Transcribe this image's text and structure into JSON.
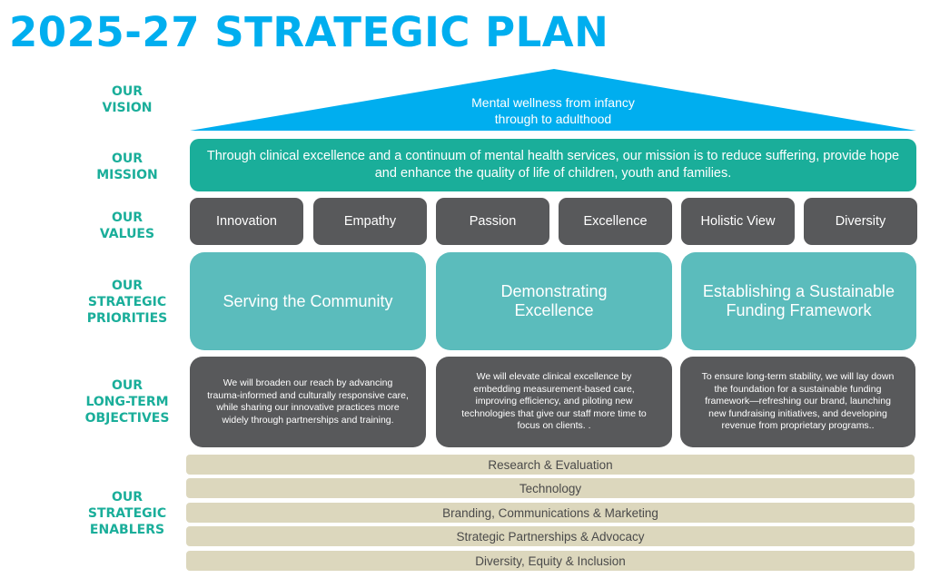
{
  "title": "2025-27 STRATEGIC PLAN",
  "colors": {
    "title": "#00AEEF",
    "label": "#1AAE9A",
    "vision": "#00AEEF",
    "mission": "#1AAE9A",
    "values": "#58595B",
    "priorities": "#5BBCBC",
    "objectives": "#58595B",
    "enablers": "#DCD7BD"
  },
  "labels": {
    "vision": [
      "OUR",
      "VISION"
    ],
    "mission": [
      "OUR",
      "MISSION"
    ],
    "values": [
      "OUR",
      "VALUES"
    ],
    "priorities": [
      "OUR",
      "STRATEGIC",
      "PRIORITIES"
    ],
    "objectives": [
      "OUR",
      "LONG-TERM",
      "OBJECTIVES"
    ],
    "enablers": [
      "OUR",
      "STRATEGIC",
      "ENABLERS"
    ]
  },
  "vision": {
    "line1": "Mental wellness from infancy",
    "line2": "through to adulthood"
  },
  "mission": "Through clinical excellence and a continuum of mental health services, our mission is to reduce suffering, provide hope and enhance the quality of life of children, youth and families.",
  "values": [
    "Innovation",
    "Empathy",
    "Passion",
    "Excellence",
    "Holistic View",
    "Diversity"
  ],
  "priorities": [
    "Serving the Community",
    "Demonstrating Excellence",
    "Establishing a Sustainable Funding Framework"
  ],
  "objectives": [
    "We will broaden our reach by advancing trauma-informed and culturally responsive care, while sharing our innovative practices more widely through partnerships and training.",
    "We will elevate clinical excellence by embedding measurement-based care, improving efficiency, and piloting new technologies that give our staff more time to focus on clients. .",
    "To ensure long-term stability, we will lay down the foundation for a sustainable funding framework—refreshing our brand, launching new fundraising initiatives, and developing revenue from proprietary programs.."
  ],
  "enablers": [
    "Research & Evaluation",
    "Technology",
    "Branding, Communications & Marketing",
    "Strategic Partnerships & Advocacy",
    "Diversity, Equity & Inclusion"
  ]
}
